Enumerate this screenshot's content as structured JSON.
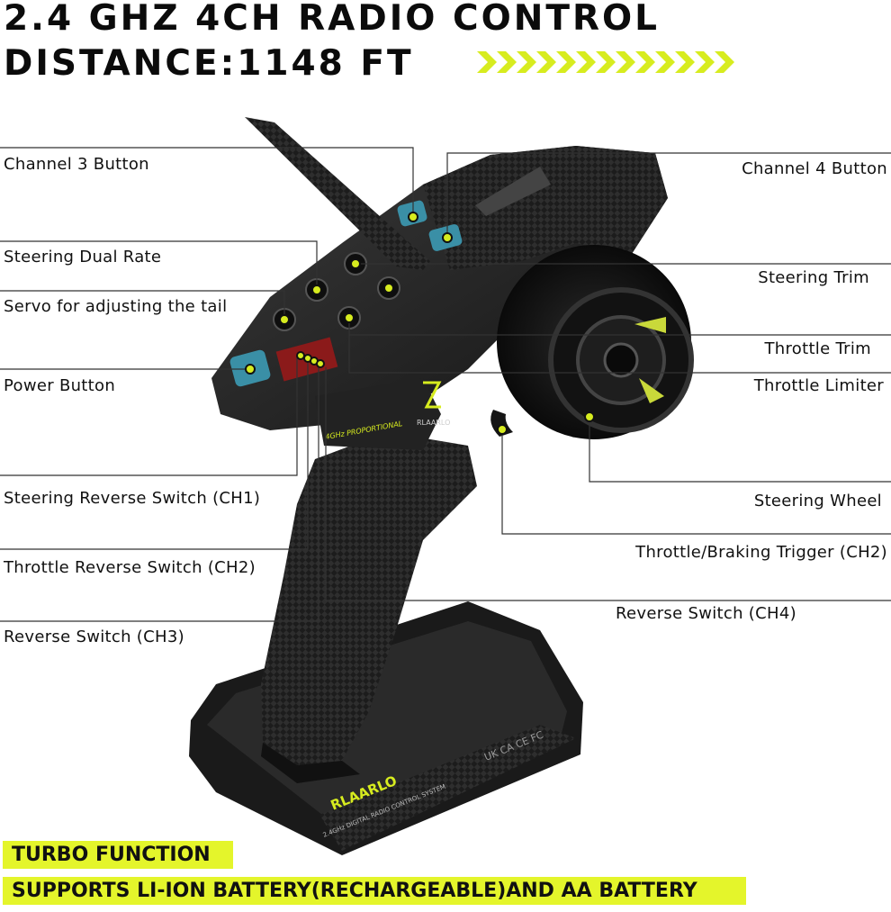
{
  "headline": {
    "line1": "2.4 GHZ 4CH RADIO CONTROL",
    "line2": "DISTANCE:1148 FT"
  },
  "accent_color": "#e4f52b",
  "callouts_left": [
    "Channel 3 Button",
    "Steering Dual Rate",
    "Servo for adjusting the tail",
    "Power Button",
    "Steering Reverse Switch (CH1)",
    "Throttle Reverse Switch (CH2)",
    "Reverse Switch (CH3)"
  ],
  "callouts_right": [
    "Channel 4 Button",
    "Steering Trim",
    "Throttle Trim",
    "Throttle Limiter",
    "Steering Wheel",
    "Throttle/Braking Trigger (CH2)",
    "Reverse Switch (CH4)"
  ],
  "product": {
    "brand": "RLAARLO",
    "grip_text": "4GHz PROPORTIONAL",
    "base_text": "2.4GHz DIGITAL RADIO CONTROL SYSTEM",
    "cert_marks": "UK CA  CE  FC"
  },
  "features": [
    "TURBO FUNCTION",
    "SUPPORTS LI-ION BATTERY(RECHARGEABLE)AND AA BATTERY"
  ]
}
